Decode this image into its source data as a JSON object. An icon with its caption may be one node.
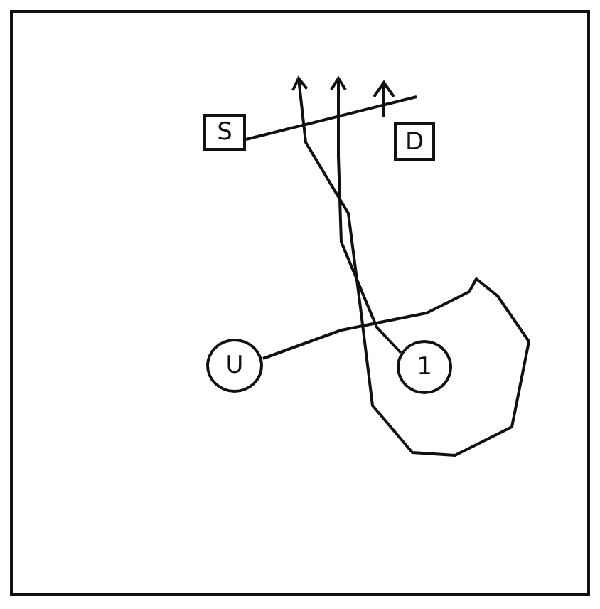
{
  "diagram": {
    "nodes": [
      {
        "text": [
          "S"
        ]
      },
      {
        "text": [
          "D"
        ]
      },
      {
        "text": [
          "U"
        ]
      },
      {
        "text": [
          "1"
        ]
      }
    ],
    "edges": [
      {
        "from": 2,
        "to": null,
        "arrow": "to"
      },
      {
        "from": 3,
        "to": null,
        "arrow": "to"
      },
      {
        "from": 0,
        "to": null,
        "arrow": "none"
      }
    ]
  }
}
